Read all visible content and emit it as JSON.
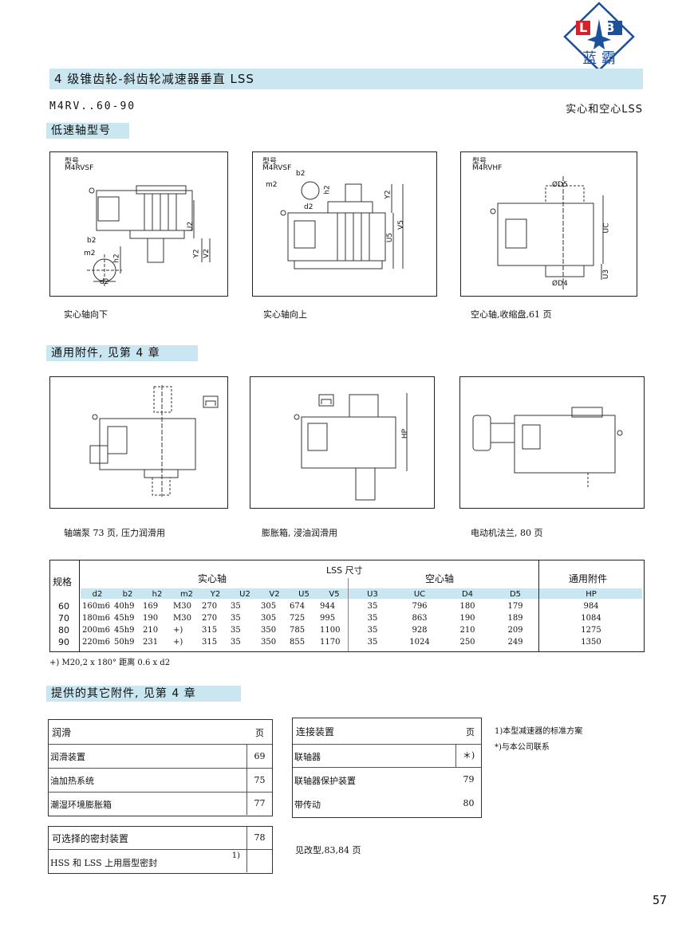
{
  "logo": {
    "letters": "LB",
    "brand": "蓝 霸"
  },
  "header": {
    "title": "4 级锥齿轮-斜齿轮减速器垂直 LSS",
    "model": "M4RV..60-90",
    "variant": "实心和空心LSS"
  },
  "sec_output": "低速轴型号",
  "output_types": [
    {
      "label": "型号",
      "code": "M4RVSF",
      "caption": "实心轴向下"
    },
    {
      "label": "型号",
      "code": "M4RVSF",
      "caption": "实心轴向上"
    },
    {
      "label": "型号",
      "code": "M4RVHF",
      "caption": "空心轴,收缩盘,61 页"
    }
  ],
  "dims_labels": {
    "a": [
      "U2",
      "b2",
      "m2",
      "h2",
      "Y2",
      "V2",
      "d2"
    ],
    "b": [
      "b2",
      "m2",
      "h2",
      "d2",
      "Y2",
      "U5",
      "V5"
    ],
    "c": [
      "ØD5",
      "UC",
      "ØD4",
      "U3"
    ]
  },
  "sec_accessories": "通用附件, 见第 4 章",
  "accessory_captions": [
    "轴端泵 73 页, 压力润滑用",
    "膨胀箱, 浸油润滑用",
    "电动机法兰, 80 页"
  ],
  "hp_label": "HP",
  "table": {
    "title": "LSS 尺寸",
    "size_header": "规格",
    "solid_header": "实心轴",
    "hollow_header": "空心轴",
    "general_header": "通用附件",
    "columns": [
      "d2",
      "b2",
      "h2",
      "m2",
      "Y2",
      "U2",
      "V2",
      "U5",
      "V5",
      "U3",
      "UC",
      "D4",
      "D5",
      "HP"
    ],
    "rows": [
      {
        "size": "60",
        "d2": "160m6",
        "b2": "40h9",
        "h2": "169",
        "m2": "M30",
        "Y2": "270",
        "U2": "35",
        "V2": "305",
        "U5": "674",
        "V5": "944",
        "U3": "35",
        "UC": "796",
        "D4": "180",
        "D5": "179",
        "HP": "984"
      },
      {
        "size": "70",
        "d2": "180m6",
        "b2": "45h9",
        "h2": "190",
        "m2": "M30",
        "Y2": "270",
        "U2": "35",
        "V2": "305",
        "U5": "725",
        "V5": "995",
        "U3": "35",
        "UC": "863",
        "D4": "190",
        "D5": "189",
        "HP": "1084"
      },
      {
        "size": "80",
        "d2": "200m6",
        "b2": "45h9",
        "h2": "210",
        "m2": "+)",
        "Y2": "315",
        "U2": "35",
        "V2": "350",
        "U5": "785",
        "V5": "1100",
        "U3": "35",
        "UC": "928",
        "D4": "210",
        "D5": "209",
        "HP": "1275"
      },
      {
        "size": "90",
        "d2": "220m6",
        "b2": "50h9",
        "h2": "231",
        "m2": "+)",
        "Y2": "315",
        "U2": "35",
        "V2": "350",
        "U5": "855",
        "V5": "1170",
        "U3": "35",
        "UC": "1024",
        "D4": "250",
        "D5": "249",
        "HP": "1350"
      }
    ],
    "footnote": "+) M20,2 x 180° 距离 0.6 x d2"
  },
  "sec_other": "提供的其它附件, 见第 4 章",
  "lub_box": {
    "header": "润滑",
    "page_header": "页",
    "items": [
      {
        "label": "润滑装置",
        "page": "69"
      },
      {
        "label": "油加热系统",
        "page": "75"
      },
      {
        "label": "潮湿环境膨胀箱",
        "page": "77"
      }
    ]
  },
  "seal_box": {
    "header": "可选择的密封装置",
    "page": "78",
    "item": "HSS 和 LSS 上用唇型密封",
    "mark": "1)"
  },
  "conn_box": {
    "header": "连接装置",
    "page_header": "页",
    "items": [
      {
        "label": "联轴器",
        "page": "＊)"
      },
      {
        "label": "联轴器保护装置",
        "page": "79"
      },
      {
        "label": "带传动",
        "page": "80"
      }
    ]
  },
  "see_modified": "见改型,83,84 页",
  "notes": [
    "1)本型减速器的标准方案",
    "*)与本公司联系"
  ],
  "page_number": "57",
  "colors": {
    "band": "#c9e6f1",
    "logo_blue": "#1c4f9c",
    "logo_red": "#d4232b"
  }
}
